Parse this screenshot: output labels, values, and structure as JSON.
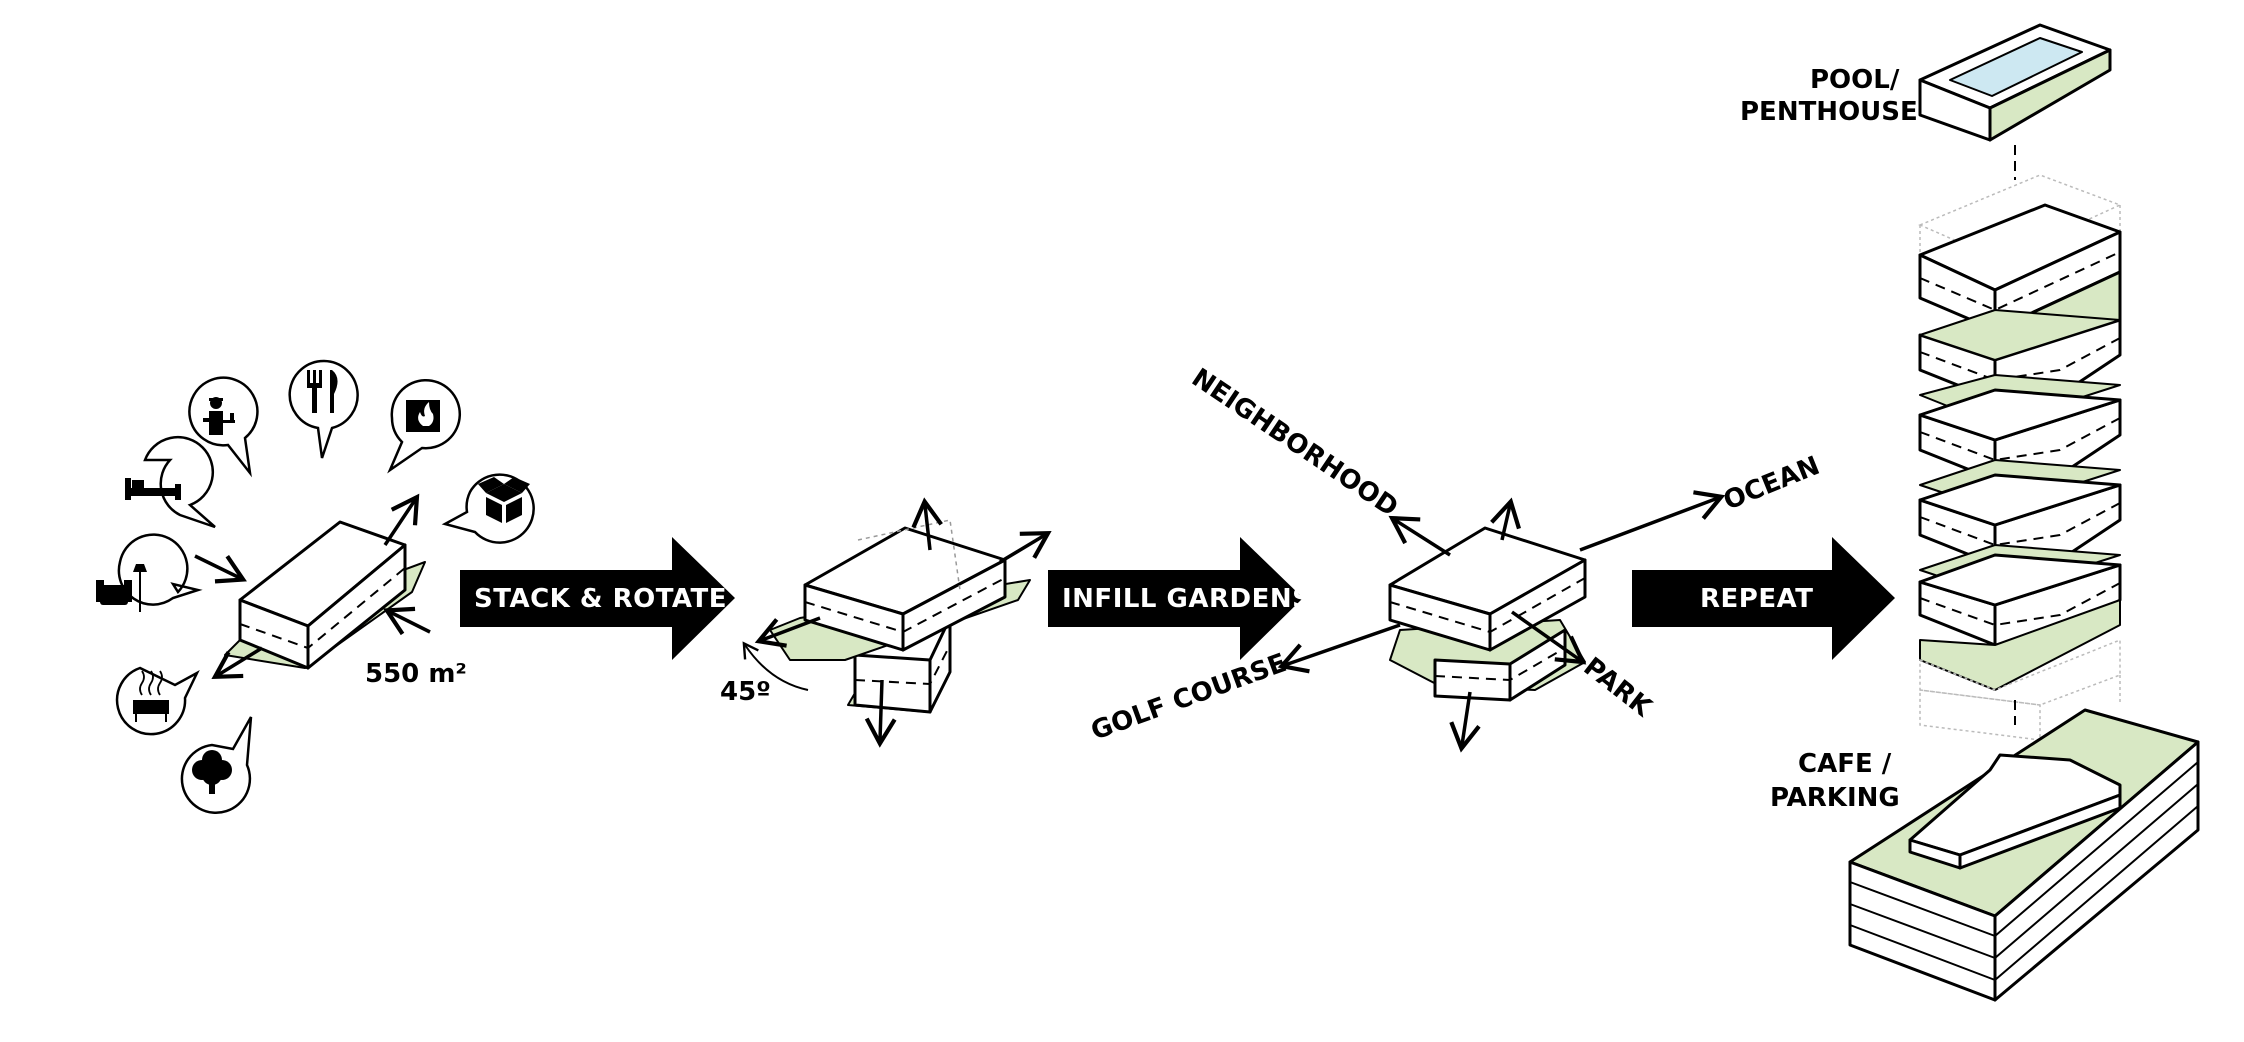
{
  "steps": {
    "stack_rotate": "STACK & ROTATE",
    "infill_gardens": "INFILL GARDENS",
    "repeat": "REPEAT"
  },
  "module": {
    "area": "550 m²",
    "program_icons": [
      "bed-icon",
      "armchair-icon",
      "sauna-icon",
      "tree-icon",
      "concierge-icon",
      "dining-icon",
      "fireplace-icon",
      "storage-box-icon"
    ]
  },
  "rotation": {
    "angle": "45º"
  },
  "views": {
    "neighborhood": "NEIGHBORHOOD",
    "ocean": "OCEAN",
    "golf_course": "GOLF COURSE",
    "park": "PARK"
  },
  "tower": {
    "top_label_line1": "POOL/",
    "top_label_line2": "PENTHOUSE",
    "base_label_line1": "CAFE /",
    "base_label_line2": "PARKING"
  },
  "colors": {
    "garden": "#d8e8c4",
    "pool": "#cde8f2",
    "ink": "#000000"
  }
}
